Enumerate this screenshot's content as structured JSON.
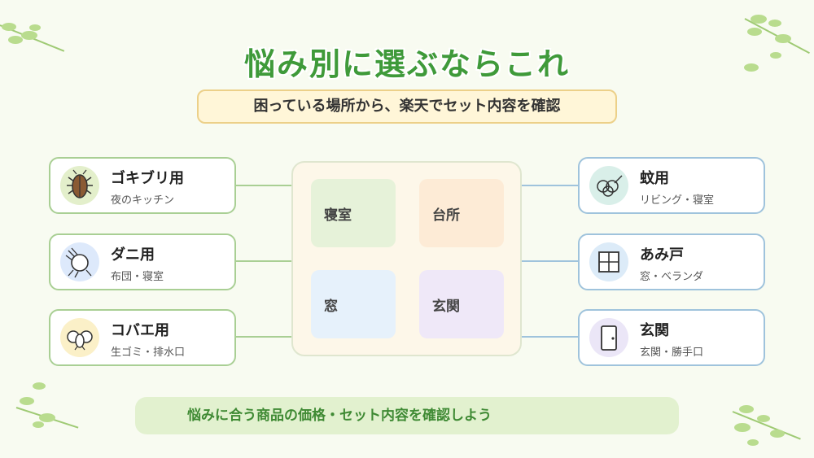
{
  "title": "悩み別に選ぶならこれ",
  "subtitle": "困っている場所から、楽天でセット内容を確認",
  "left_items": [
    {
      "name": "ゴキブリ用",
      "sub": "夜のキッチン",
      "icon": "cockroach-icon",
      "color": "#e3efcb"
    },
    {
      "name": "ダニ用",
      "sub": "布団・寝室",
      "icon": "mite-icon",
      "color": "#dde9fb"
    },
    {
      "name": "コバエ用",
      "sub": "生ゴミ・排水口",
      "icon": "fruit-fly-icon",
      "color": "#fbf0c8"
    }
  ],
  "right_items": [
    {
      "name": "蚊用",
      "sub": "リビング・寝室",
      "icon": "mosquito-coil-icon",
      "color": "#d9efe9"
    },
    {
      "name": "あみ戸",
      "sub": "窓・ベランダ",
      "icon": "window-screen-icon",
      "color": "#dcebf8"
    },
    {
      "name": "玄関",
      "sub": "玄関・勝手口",
      "icon": "door-icon",
      "color": "#ebe6f7"
    }
  ],
  "rooms": [
    {
      "label": "寝室",
      "color": "#e6f2d9"
    },
    {
      "label": "台所",
      "color": "#fdebd6"
    },
    {
      "label": "窓",
      "color": "#e6f1fb"
    },
    {
      "label": "玄関",
      "color": "#efe8f8"
    }
  ],
  "footer": "悩みに合う商品の価格・セット内容を確認しよう",
  "colors": {
    "title": "#3f9a3a",
    "left_border": "#a9cf94",
    "right_border": "#9fc3dc",
    "background": "#f8fbf1"
  }
}
